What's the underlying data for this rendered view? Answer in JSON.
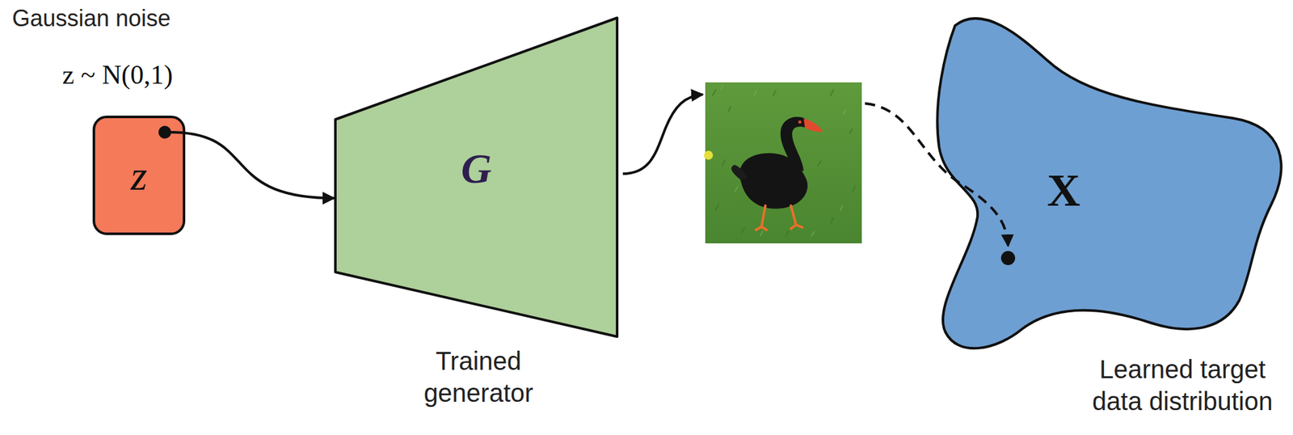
{
  "diagram": {
    "nodes": [
      {
        "text": [
          "Gaussian noise",
          "z ~ N(0,1)",
          "z"
        ]
      },
      {
        "text": [
          "G",
          "Trained generator"
        ]
      },
      {
        "text": [
          "X",
          "Learned target data distribution"
        ]
      }
    ],
    "edges": [
      {
        "from": 0,
        "to": 1,
        "arrow": "to"
      }
    ]
  }
}
